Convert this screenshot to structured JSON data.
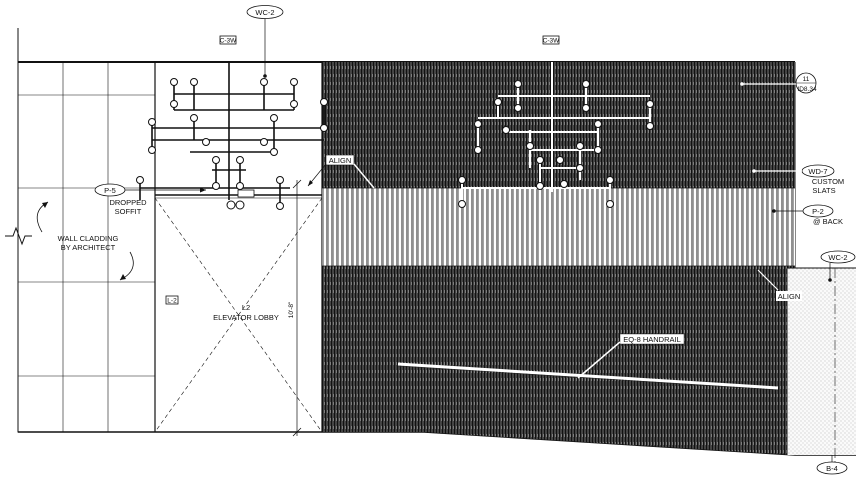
{
  "tags": {
    "wc2_top": "WC-2",
    "wc2_right": "WC-2",
    "p5": "P-5",
    "wd7": "WD-7",
    "p2": "P-2",
    "b4": "B-4",
    "detail_num": "11",
    "detail_sheet": "ID8.34"
  },
  "notes": {
    "dropped": "DROPPED",
    "soffit": "SOFFIT",
    "wall_cladding": "WALL CLADDING",
    "by_architect": "BY ARCHITECT",
    "room_code": "L2",
    "room_name": "ELEVATOR LOBBY",
    "align_upper": "ALIGN",
    "align_lower": "ALIGN",
    "handrail": "EQ-8 HANDRAIL",
    "custom": "CUSTOM",
    "slats": "SLATS",
    "at_back": "@ BACK",
    "dimension": "10'-8\"",
    "fixture_tag_1": "C-3W",
    "fixture_tag_2": "C-3W",
    "box_tag": "L-2"
  }
}
